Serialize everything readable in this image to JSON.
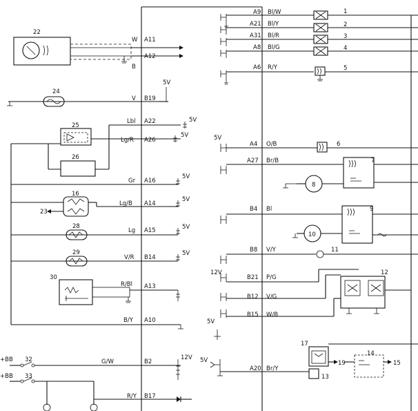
{
  "ecu_pins": {
    "a9": "A9",
    "a21": "A21",
    "a31": "A31",
    "a8": "A8",
    "a6": "A6",
    "a11": "A11",
    "a12": "A12",
    "b19": "B19",
    "a22": "A22",
    "a26": "A26",
    "a4": "A4",
    "a27": "A27",
    "a16": "A16",
    "a14": "A14",
    "b4": "B4",
    "a15": "A15",
    "b14": "B14",
    "b8": "B8",
    "b21": "B21",
    "a13": "A13",
    "b12": "B12",
    "b15": "B15",
    "a10": "A10",
    "b2": "B2",
    "a20": "A20",
    "b17": "B17"
  },
  "wire_colors": {
    "bl_w": "Bl/W",
    "bl_y": "Bl/Y",
    "bl_r": "Bl/R",
    "bl_g": "Bl/G",
    "r_y_a6": "R/Y",
    "w": "W",
    "b": "B",
    "v": "V",
    "lbl": "Lbl",
    "lg_r": "Lg/R",
    "o_b": "O/B",
    "br_b": "Br/B",
    "gr": "Gr",
    "lg_b": "Lg/B",
    "bl": "Bl",
    "lg": "Lg",
    "v_r": "V/R",
    "v_y": "V/Y",
    "p_g": "P/G",
    "r_bl": "R/Bl",
    "v_g": "V/G",
    "w_b": "W/B",
    "b_y": "B/Y",
    "g_w": "G/W",
    "br_y": "Br/Y",
    "r_y_b17": "R/Y"
  },
  "supply_labels": {
    "v5_b19": "5V",
    "v5_a22": "5V",
    "v5_a26": "5V",
    "v5_a4": "5V",
    "v5_a16": "5V",
    "v5_a14": "5V",
    "v5_a15": "5V",
    "v5_b14": "5V",
    "v12_b21": "12V",
    "v5_b15": "5V",
    "v12_b2": "12V",
    "v5_a20": "5V",
    "bb_32": "+BB",
    "bb_33": "+BB"
  },
  "component_numbers": {
    "c1": "1",
    "c2": "2",
    "c3": "3",
    "c4": "4",
    "c5": "5",
    "c6": "6",
    "c7": "7",
    "c8": "8",
    "c9": "9",
    "c10": "10",
    "c11": "11",
    "c12": "12",
    "c13": "13",
    "c14": "14",
    "c15": "15",
    "c16": "16",
    "c17": "17",
    "c19": "19",
    "c22": "22",
    "c23": "23",
    "c24": "24",
    "c25": "25",
    "c26": "26",
    "c28": "28",
    "c29": "29",
    "c30": "30",
    "c32": "32",
    "c33": "33"
  }
}
